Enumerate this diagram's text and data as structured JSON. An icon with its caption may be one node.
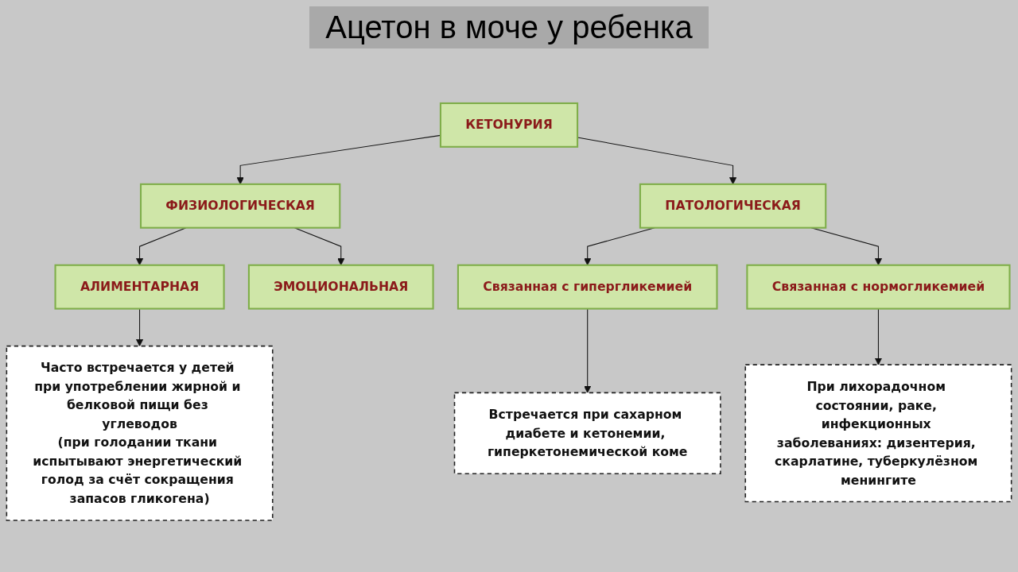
{
  "diagram": {
    "title": "Ацетон в моче у ребенка",
    "nodes": [
      {
        "text": [
          "КЕТОНУРИЯ"
        ]
      },
      {
        "text": [
          "ФИЗИОЛОГИЧЕСКАЯ"
        ]
      },
      {
        "text": [
          "ПАТОЛОГИЧЕСКАЯ"
        ]
      },
      {
        "text": [
          "АЛИМЕНТАРНАЯ"
        ]
      },
      {
        "text": [
          "ЭМОЦИОНАЛЬНАЯ"
        ]
      },
      {
        "text": [
          "Связанная с нормогликемией"
        ]
      },
      {
        "text": [
          "Связанная с гипергликемией"
        ]
      },
      {
        "text": [
          "Часто встречается у детей при употреблении жирной и белковой пищи без углеводов",
          "(при голодании ткани испытывают энергетический голод за счёт сокращения запасов гликогена)"
        ]
      },
      {
        "text": [
          "Встречается при сахарном диабете и кетонемии, гиперкетонемической коме"
        ]
      },
      {
        "text": [
          "При лихорадочном состоянии, раке, инфекционных заболеваниях: дизентерия, скарлатине, туберкулёзном менингите"
        ]
      }
    ],
    "edges": [
      {
        "from": 0,
        "to": 1,
        "arrow": "to"
      },
      {
        "from": 0,
        "to": 2,
        "arrow": "to"
      },
      {
        "from": 1,
        "to": 3,
        "arrow": "to"
      },
      {
        "from": 1,
        "to": 4,
        "arrow": "to"
      },
      {
        "from": 2,
        "to": 6,
        "arrow": "to"
      },
      {
        "from": 2,
        "to": 5,
        "arrow": "to"
      },
      {
        "from": 3,
        "to": 7,
        "arrow": "to"
      },
      {
        "from": 6,
        "to": 8,
        "arrow": "to"
      },
      {
        "from": 5,
        "to": 9,
        "arrow": "to"
      }
    ]
  }
}
